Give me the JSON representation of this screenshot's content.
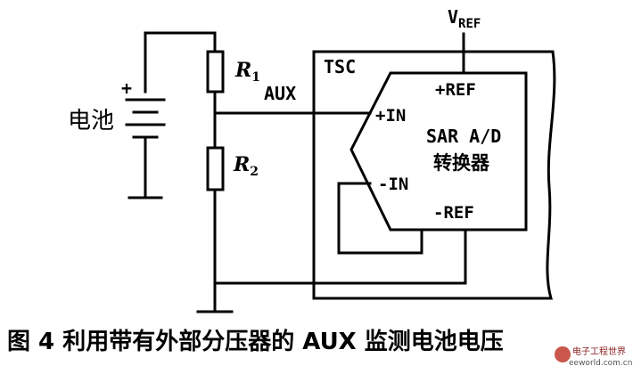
{
  "diagram": {
    "battery_label": "电池",
    "battery_plus": "+",
    "r1": {
      "name": "R",
      "sub": "1"
    },
    "r2": {
      "name": "R",
      "sub": "2"
    },
    "aux_label": "AUX",
    "tsc_label": "TSC",
    "vref": {
      "name": "V",
      "sub": "REF"
    },
    "adc": {
      "pos_ref": "+REF",
      "neg_ref": "-REF",
      "pos_in": "+IN",
      "neg_in": "-IN",
      "title_line1": "SAR A/D",
      "title_line2": "转换器"
    }
  },
  "caption": "图 4  利用带有外部分压器的 AUX 监测电池电压",
  "watermark": {
    "logo_text": "电子工程世界",
    "url": "eeworld.com.cn"
  }
}
